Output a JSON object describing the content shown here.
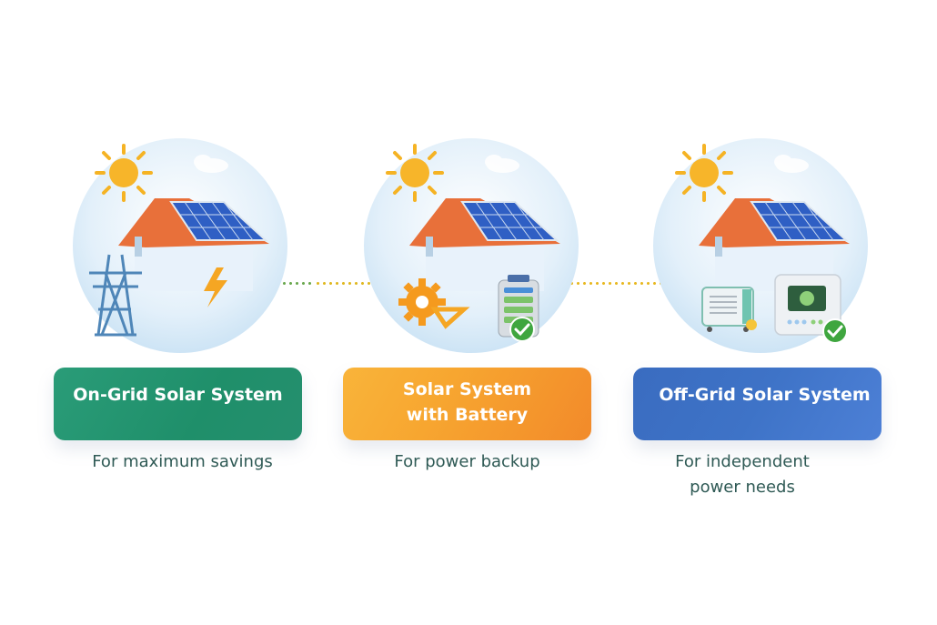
{
  "systems": [
    {
      "title": "On-Grid Solar System",
      "subtitle": "For maximum savings",
      "color_start": "#1f8f6a",
      "color_end": "#2a9c78",
      "devices": [
        "transmission-tower",
        "lightning-bolt"
      ]
    },
    {
      "title_line1": "Solar System",
      "title_line2": "with Battery",
      "subtitle": "For power backup",
      "color_start": "#f7a630",
      "color_end": "#f28a2a",
      "devices": [
        "gear",
        "battery",
        "check-badge"
      ]
    },
    {
      "title": "Off-Grid Solar System",
      "subtitle_line1": "For independent",
      "subtitle_line2": "power needs",
      "color_start": "#3e73c7",
      "color_end": "#4d80d6",
      "devices": [
        "inverter",
        "controller",
        "check-badge"
      ]
    }
  ],
  "colors": {
    "connector_green": "#5aa55a",
    "connector_yellow": "#e8b820",
    "sun": "#f5b324",
    "roof": "#e8703a",
    "panel": "#2f5fc4",
    "check": "#3fa63f"
  }
}
